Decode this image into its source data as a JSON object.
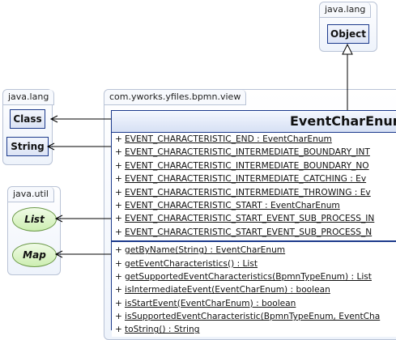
{
  "packages": {
    "java_lang_top": "java.lang",
    "java_lang_left": "java.lang",
    "java_util": "java.util",
    "view": "com.yworks.yfiles.bpmn.view"
  },
  "classes": {
    "object": "Object",
    "class": "Class",
    "string": "String"
  },
  "interfaces": {
    "list": "List",
    "map": "Map"
  },
  "main": {
    "title": "EventCharEnum",
    "fields": [
      {
        "vis": "+",
        "text": "EVENT_CHARACTERISTIC_END : EventCharEnum"
      },
      {
        "vis": "+",
        "text": "EVENT_CHARACTERISTIC_INTERMEDIATE_BOUNDARY_INT"
      },
      {
        "vis": "+",
        "text": "EVENT_CHARACTERISTIC_INTERMEDIATE_BOUNDARY_NO"
      },
      {
        "vis": "+",
        "text": "EVENT_CHARACTERISTIC_INTERMEDIATE_CATCHING : Ev"
      },
      {
        "vis": "+",
        "text": "EVENT_CHARACTERISTIC_INTERMEDIATE_THROWING : Ev"
      },
      {
        "vis": "+",
        "text": "EVENT_CHARACTERISTIC_START : EventCharEnum"
      },
      {
        "vis": "+",
        "text": "EVENT_CHARACTERISTIC_START_EVENT_SUB_PROCESS_IN"
      },
      {
        "vis": "+",
        "text": "EVENT_CHARACTERISTIC_START_EVENT_SUB_PROCESS_N"
      }
    ],
    "methods": [
      {
        "vis": "+",
        "text": "getByName(String) : EventCharEnum"
      },
      {
        "vis": "+",
        "text": "getEventCharacteristics() : List"
      },
      {
        "vis": "+",
        "text": "getSupportedEventCharacteristics(BpmnTypeEnum) : List"
      },
      {
        "vis": "+",
        "text": "isIntermediateEvent(EventCharEnum) : boolean"
      },
      {
        "vis": "+",
        "text": "isStartEvent(EventCharEnum) : boolean"
      },
      {
        "vis": "+",
        "text": "isSupportedEventCharacteristic(BpmnTypeEnum, EventCha"
      },
      {
        "vis": "+",
        "text": "toString() : String"
      }
    ]
  },
  "colors": {
    "class_border": "#1c3a8c",
    "class_fill": "#dbe3f5",
    "interface_border": "#6d9a4a",
    "interface_fill": "#cdeeb1",
    "package_border": "#b9c3d6"
  }
}
